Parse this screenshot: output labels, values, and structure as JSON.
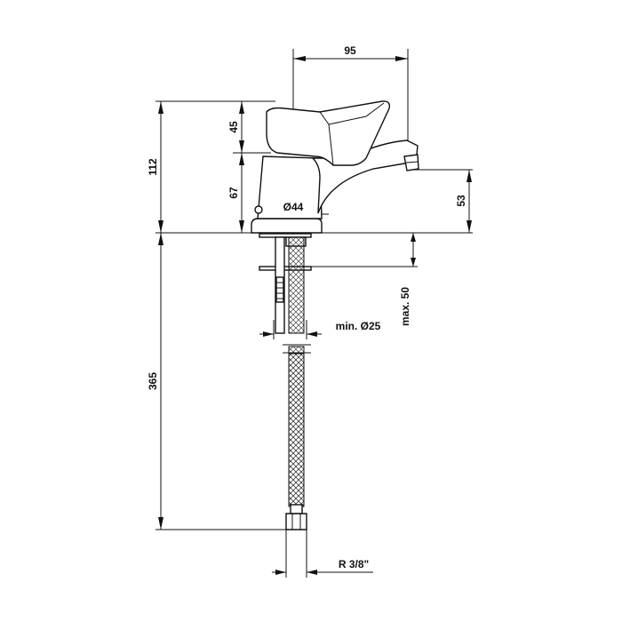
{
  "dimensions": {
    "spout_reach": "95",
    "overall_height": "112",
    "handle_height": "45",
    "body_height": "67",
    "base_diameter": "Ø44",
    "spout_outlet_height": "53",
    "max_deck_thickness": "max. 50",
    "min_hole_diameter": "min. Ø25",
    "hose_length": "365",
    "thread_size": "R 3/8\""
  },
  "colors": {
    "line": "#111111",
    "background": "#ffffff"
  }
}
